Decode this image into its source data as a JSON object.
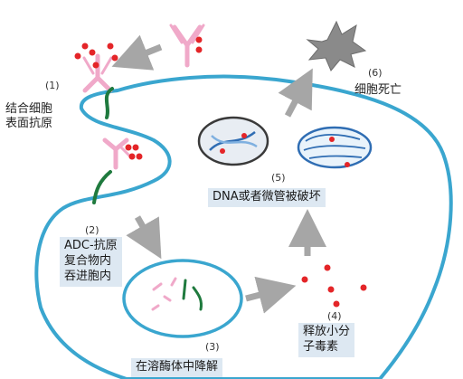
{
  "steps": {
    "s1": {
      "num": "(1)",
      "line1": "结合细胞",
      "line2": "表面抗原"
    },
    "s2": {
      "num": "(2)",
      "line1": "ADC-抗原",
      "line2": "复合物内",
      "line3": "吞进胞内"
    },
    "s3": {
      "num": "(3)",
      "text": "在溶酶体中降解"
    },
    "s4": {
      "num": "(4)",
      "line1": "释放小分",
      "line2": "子毒素"
    },
    "s5": {
      "num": "(5)",
      "text": "DNA或者微管被破坏"
    },
    "s6": {
      "num": "(6)",
      "text": "细胞死亡"
    }
  },
  "colors": {
    "membrane": "#3aa6cf",
    "antibody": "#f0a9c9",
    "payload": "#e42528",
    "antigen": "#1f7a3e",
    "arrow": "#a6a6a6",
    "label_box": "#dde8f2",
    "dead_cell": "#8a8a8a"
  },
  "icons": {
    "antibody": "antibody-icon",
    "antigen": "antigen-receptor-icon",
    "dna": "dna-helix-icon",
    "microtubule": "microtubule-icon",
    "dead_cell": "dead-cell-icon"
  }
}
